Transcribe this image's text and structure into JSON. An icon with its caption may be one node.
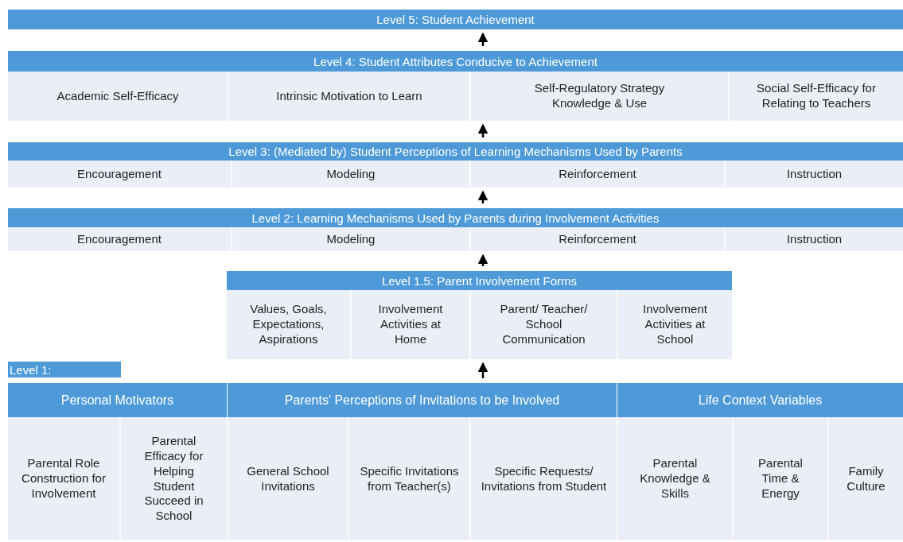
{
  "diagram": {
    "nodes": [
      {
        "text": [
          "Level 5: Student Achievement"
        ]
      },
      {
        "text": [
          "Level 4: Student Attributes Conducive to Achievement"
        ]
      },
      {
        "text": [
          "Academic Self-Efficacy"
        ]
      },
      {
        "text": [
          "Intrinsic Motivation to Learn"
        ]
      },
      {
        "text": [
          "Self-Regulatory Strategy Knowledge & Use"
        ]
      },
      {
        "text": [
          "Social Self-Efficacy for Relating to Teachers"
        ]
      },
      {
        "text": [
          "Level 3: (Mediated by) Student Perceptions of Learning Mechanisms Used by Parents"
        ]
      },
      {
        "text": [
          "Encouragement"
        ]
      },
      {
        "text": [
          "Modeling"
        ]
      },
      {
        "text": [
          "Reinforcement"
        ]
      },
      {
        "text": [
          "Instruction"
        ]
      },
      {
        "text": [
          "Level 2: Learning Mechanisms Used by Parents during Involvement Activities"
        ]
      },
      {
        "text": [
          "Encouragement"
        ]
      },
      {
        "text": [
          "Modeling"
        ]
      },
      {
        "text": [
          "Reinforcement"
        ]
      },
      {
        "text": [
          "Instruction"
        ]
      },
      {
        "text": [
          "Level 1.5: Parent Involvement Forms"
        ]
      },
      {
        "text": [
          "Values, Goals, Expectations, Aspirations"
        ]
      },
      {
        "text": [
          "Involvement Activities at Home"
        ]
      },
      {
        "text": [
          "Parent/ Teacher/ School Communication"
        ]
      },
      {
        "text": [
          "Involvement Activities at School"
        ]
      },
      {
        "text": [
          "Level 1:"
        ]
      },
      {
        "text": [
          "Personal Motivators"
        ]
      },
      {
        "text": [
          "Parental Role Construction for Involvement"
        ]
      },
      {
        "text": [
          "Parental Efficacy for Helping Student Succeed in School"
        ]
      },
      {
        "text": [
          "Parents' Perceptions of Invitations to be Involved"
        ]
      },
      {
        "text": [
          "General School Invitations"
        ]
      },
      {
        "text": [
          "Specific Invitations from Teacher(s)"
        ]
      },
      {
        "text": [
          "Specific Requests/ Invitations from Student"
        ]
      },
      {
        "text": [
          "Life Context Variables"
        ]
      },
      {
        "text": [
          "Parental Knowledge & Skills"
        ]
      },
      {
        "text": [
          "Parental Time & Energy"
        ]
      },
      {
        "text": [
          "Family Culture"
        ]
      }
    ],
    "edges": [
      {
        "from": 1,
        "to": 0,
        "arrow": "to"
      },
      {
        "from": 6,
        "to": 4,
        "arrow": "to"
      },
      {
        "from": 11,
        "to": 9,
        "arrow": "to"
      },
      {
        "from": 16,
        "to": 14,
        "arrow": "to"
      },
      {
        "from": 25,
        "to": 19,
        "arrow": "to"
      }
    ]
  }
}
